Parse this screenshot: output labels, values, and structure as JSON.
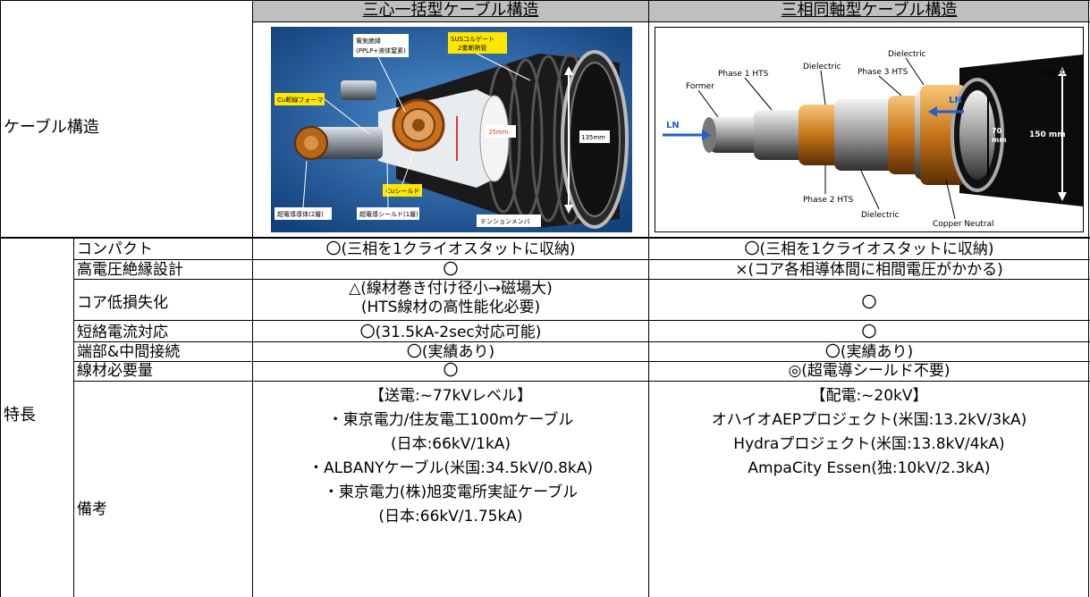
{
  "headers": {
    "col1": "三心一括型ケーブル構造",
    "col2": "三相同軸型ケーブル構造"
  },
  "row_structure_label": "ケーブル構造",
  "group_label": "特長",
  "image1": {
    "labels": {
      "insulation": "電気絶縁\n(PPLP+液体窒素)",
      "sus_pipe": "SUSコルゲート\n2重断熱管",
      "cu_former": "Cu断線フォーマ",
      "dim_35": "35mm",
      "dim_135": "135mm",
      "cu_shield": "Cuシールド",
      "sc_conductor": "超電導導体(2層)",
      "sc_shield": "超電導シールド(1層)",
      "tension": "テンションメンバ"
    }
  },
  "image2": {
    "labels": {
      "former": "Former",
      "phase1": "Phase 1 HTS",
      "dielectric_a": "Dielectric",
      "dielectric_b": "Dielectric",
      "phase3": "Phase 3 HTS",
      "cryostat": "Cryostat",
      "ln_left": "LN",
      "ln_right": "LN",
      "dim_70": "70\nmm",
      "dim_150": "150 mm",
      "phase2": "Phase 2 HTS",
      "dielectric_c": "Dielectric",
      "copper_neutral": "Copper Neutral"
    }
  },
  "rows": [
    {
      "label": "コンパクト",
      "col1": "〇(三相を1クライオスタットに収納)",
      "col2": "〇(三相を1クライオスタットに収納)"
    },
    {
      "label": "高電圧絶縁設計",
      "col1": "〇",
      "col2": "×(コア各相導体間に相間電圧がかかる)"
    },
    {
      "label": "コア低損失化",
      "col1": "△(線材巻き付け径小→磁場大)\n(HTS線材の高性能化必要)",
      "col2": "〇"
    },
    {
      "label": "短絡電流対応",
      "col1": "〇(31.5kA-2sec対応可能)",
      "col2": "〇"
    },
    {
      "label": "端部&中間接続",
      "col1": "〇(実績あり)",
      "col2": "〇(実績あり)"
    },
    {
      "label": "線材必要量",
      "col1": "〇",
      "col2": "◎(超電導シールド不要)"
    },
    {
      "label": "備考",
      "col1": "【送電:~77kVレベル】\n・東京電力/住友電工100mケーブル\n(日本:66kV/1kA)\n・ALBANYケーブル(米国:34.5kV/0.8kA)\n・東京電力(株)旭変電所実証ケーブル\n(日本:66kV/1.75kA)",
      "col2": "【配電:~20kV】\nオハイオAEPプロジェクト(米国:13.2kV/3kA)\nHydraプロジェクト(米国:13.8kV/4kA)\nAmpaCity Essen(独:10kV/2.3kA)"
    }
  ],
  "colors": {
    "header_bg": "#bfbfbf",
    "grid": "#000000",
    "img1_bg": "#1f5fa8",
    "copper": "#c8701c"
  }
}
